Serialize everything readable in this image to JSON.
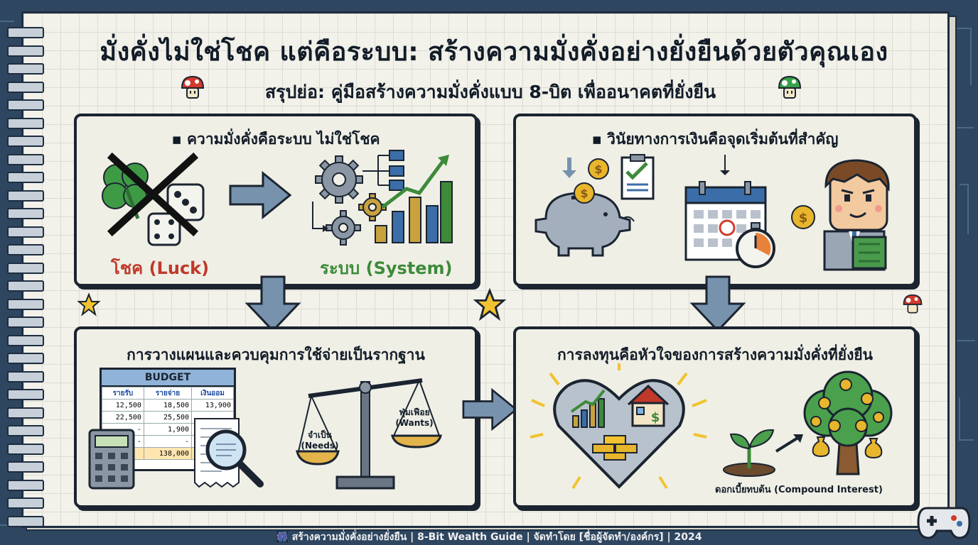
{
  "title": "มั่งคั่งไม่ใช่โชค แต่คือระบบ: สร้างความมั่งคั่งอย่างยั่งยืนด้วยตัวคุณเอง",
  "subtitle": "สรุปย่อ: คู่มือสร้างความมั่งคั่งแบบ 8-บิต เพื่ออนาคตที่ยั่งยืน",
  "panels": {
    "system": {
      "title": "▪ ความมั่งคั่งคือระบบ ไม่ใช่โชค",
      "luck_label": "โชค (Luck)",
      "system_label": "ระบบ (System)"
    },
    "discipline": {
      "title": "▪ วินัยทางการเงินคือจุดเริ่มต้นที่สำคัญ"
    },
    "budget": {
      "title": "การวางแผนและควบคุมการใช้จ่ายเป็นรากฐาน",
      "sheet_title": "BUDGET",
      "headers": [
        "รายรับ",
        "รายจ่าย",
        "เงินออม"
      ],
      "rows": [
        [
          "12,500",
          "18,500",
          "13,900"
        ],
        [
          "22,500",
          "25,500",
          ""
        ],
        [
          "-",
          "1,900",
          ""
        ],
        [
          "-",
          "-",
          ""
        ]
      ],
      "total": "138,000",
      "needs_label": "จำเป็น (Needs)",
      "wants_label": "ฟุ่มเฟือย (Wants)"
    },
    "invest": {
      "title": "การลงทุนคือหัวใจของการสร้างความมั่งคั่งที่ยั่งยืน",
      "compound_label": "ดอกเบี้ยทบต้น (Compound Interest)"
    }
  },
  "footer": "🎆 สร้างความมั่งคั่งอย่างยั่งยืน | 8-Bit Wealth Guide | จัดทำโดย [ชื่อผู้จัดทำ/องค์กร] | 2024",
  "icons": [
    "mushroom-icon",
    "clover-icon",
    "dice-icon",
    "gear-icon",
    "bar-chart-icon",
    "piggy-bank-icon",
    "coin-icon",
    "checklist-icon",
    "calendar-icon",
    "stopwatch-icon",
    "businessman-icon",
    "calculator-icon",
    "magnifier-icon",
    "scale-icon",
    "heart-icon",
    "house-icon",
    "gold-bars-icon",
    "sprout-icon",
    "money-tree-icon",
    "star-icon",
    "gamepad-icon"
  ],
  "colors": {
    "luck": "#c0392b",
    "system": "#3d8a3a",
    "arrow": "#7792ad",
    "background": "#2e4660",
    "paper": "#f2f1ea"
  }
}
